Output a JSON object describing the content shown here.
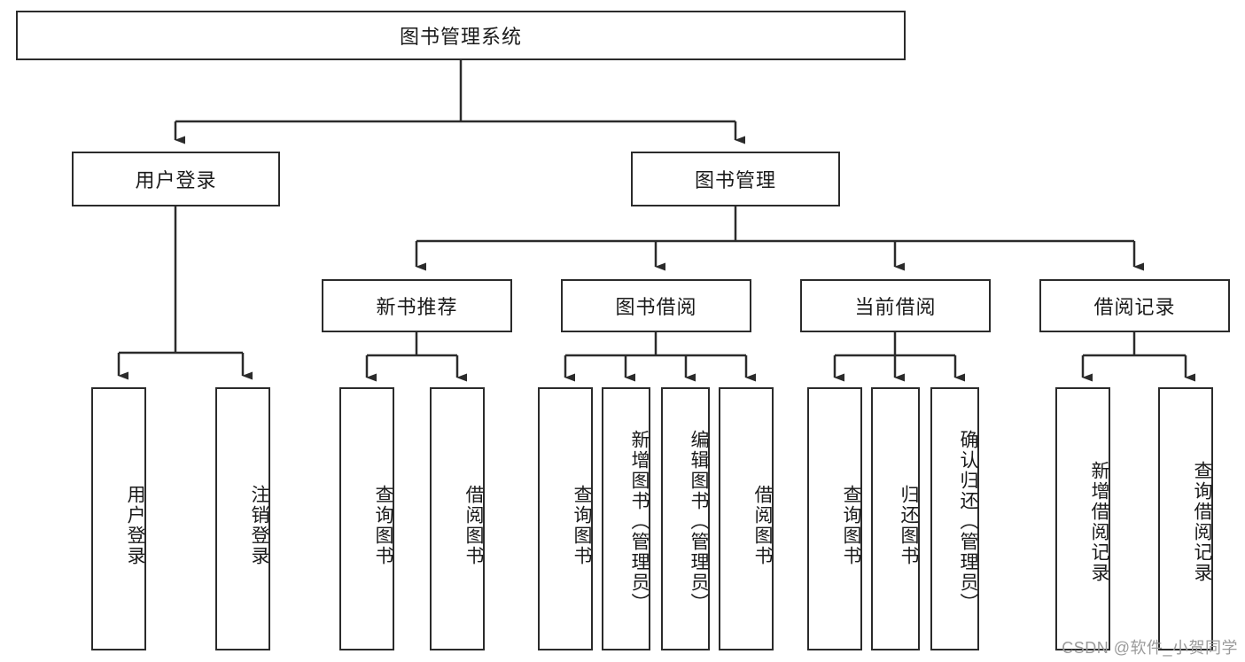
{
  "diagram": {
    "type": "tree-hierarchy",
    "title": "图书管理系统",
    "root": {
      "label": "图书管理系统"
    },
    "level2": [
      {
        "label": "用户登录"
      },
      {
        "label": "图书管理"
      }
    ],
    "level3": [
      {
        "label": "新书推荐"
      },
      {
        "label": "图书借阅"
      },
      {
        "label": "当前借阅"
      },
      {
        "label": "借阅记录"
      }
    ],
    "leaves": {
      "user_login": [
        {
          "label": "用户登录"
        },
        {
          "label": "注销登录"
        }
      ],
      "new_book_recommend": [
        {
          "label": "查询图书"
        },
        {
          "label": "借阅图书"
        }
      ],
      "book_borrow": [
        {
          "label": "查询图书"
        },
        {
          "label": "新增图书（管理员）"
        },
        {
          "label": "编辑图书（管理员）"
        },
        {
          "label": "借阅图书"
        }
      ],
      "current_borrow": [
        {
          "label": "查询图书"
        },
        {
          "label": "归还图书"
        },
        {
          "label": "确认归还（管理员）"
        }
      ],
      "borrow_record": [
        {
          "label": "新增借阅记录"
        },
        {
          "label": "查询借阅记录"
        }
      ]
    }
  },
  "watermark": {
    "text": "CSDN @软件_小贺同学"
  },
  "colors": {
    "stroke": "#2b2b2b",
    "text": "#1a1a1a",
    "background": "#ffffff",
    "watermark": "#9a9a9a"
  }
}
